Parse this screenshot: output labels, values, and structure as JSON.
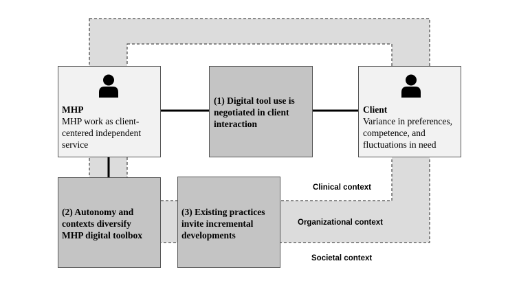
{
  "nodes": {
    "mhp": {
      "title": "MHP",
      "line1": "MHP work as client-",
      "line2": "centered independent",
      "line3": "service",
      "icon": "person-icon"
    },
    "theme1": {
      "line1": "(1) Digital tool use is",
      "line2": "negotiated in client",
      "line3": "interaction"
    },
    "client": {
      "title": "Client",
      "line1": "Variance in preferences,",
      "line2": "competence, and",
      "line3": "fluctuations in need",
      "icon": "person-icon"
    },
    "theme2": {
      "line1": "(2) Autonomy and",
      "line2": "contexts diversify",
      "line3": "MHP digital toolbox"
    },
    "theme3": {
      "line1": "(3) Existing practices",
      "line2": "invite incremental",
      "line3": "developments"
    }
  },
  "contexts": {
    "clinical": "Clinical context",
    "organizational": "Organizational context",
    "societal": "Societal context"
  },
  "colors": {
    "band": "#dcdcdc",
    "light_box": "#f2f2f2",
    "dark_box": "#c4c4c4"
  }
}
